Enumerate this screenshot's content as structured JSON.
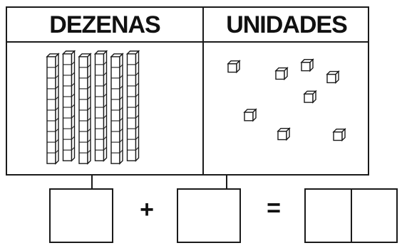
{
  "table": {
    "headers": {
      "left": "DEZENAS",
      "right": "UNIDADES"
    }
  },
  "counts": {
    "tens_rods": 6,
    "units_cubes": 8
  },
  "equation": {
    "plus": "+",
    "equals": "="
  },
  "colors": {
    "line": "#1a1a1a",
    "background": "#ffffff"
  },
  "icons": {
    "ten_rod": "ten-rod-icon",
    "unit_cube": "unit-cube-icon"
  }
}
